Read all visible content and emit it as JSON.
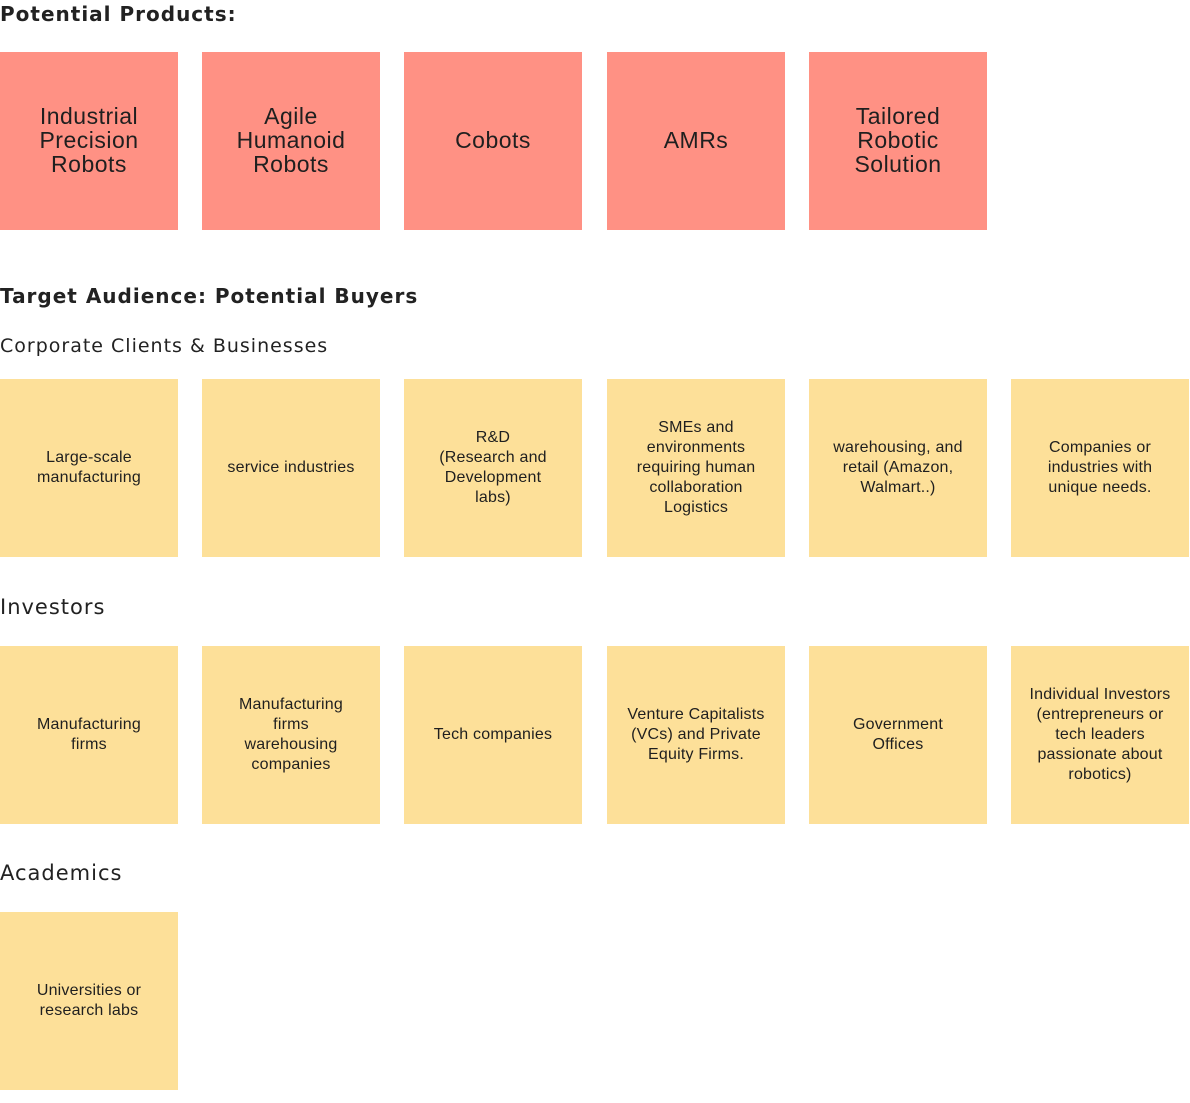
{
  "headings": {
    "products": "Potential Products:",
    "target": "Target Audience: Potential Buyers",
    "corporate": "Corporate Clients & Businesses",
    "investors": "Investors",
    "academics": "Academics"
  },
  "colors": {
    "product_note": "#ff9184",
    "audience_note": "#fde099"
  },
  "products": [
    "Industrial\nPrecision\nRobots",
    "Agile\nHumanoid\nRobots",
    "Cobots",
    "AMRs",
    "Tailored\nRobotic\nSolution"
  ],
  "corporate": [
    "Large-scale\nmanufacturing",
    "service industries",
    "R&D\n(Research and\nDevelopment\nlabs)",
    "SMEs and\nenvironments\nrequiring human\ncollaboration\nLogistics",
    "warehousing, and\nretail (Amazon,\nWalmart..)",
    "Companies or\nindustries with\nunique needs."
  ],
  "investors": [
    "Manufacturing\nfirms",
    "Manufacturing\nfirms\nwarehousing\ncompanies",
    "Tech companies",
    "Venture Capitalists\n(VCs) and Private\nEquity Firms.",
    "Government\nOffices",
    "Individual Investors\n(entrepreneurs or\ntech leaders\npassionate about\nrobotics)"
  ],
  "academics": [
    "Universities or\nresearch labs"
  ]
}
